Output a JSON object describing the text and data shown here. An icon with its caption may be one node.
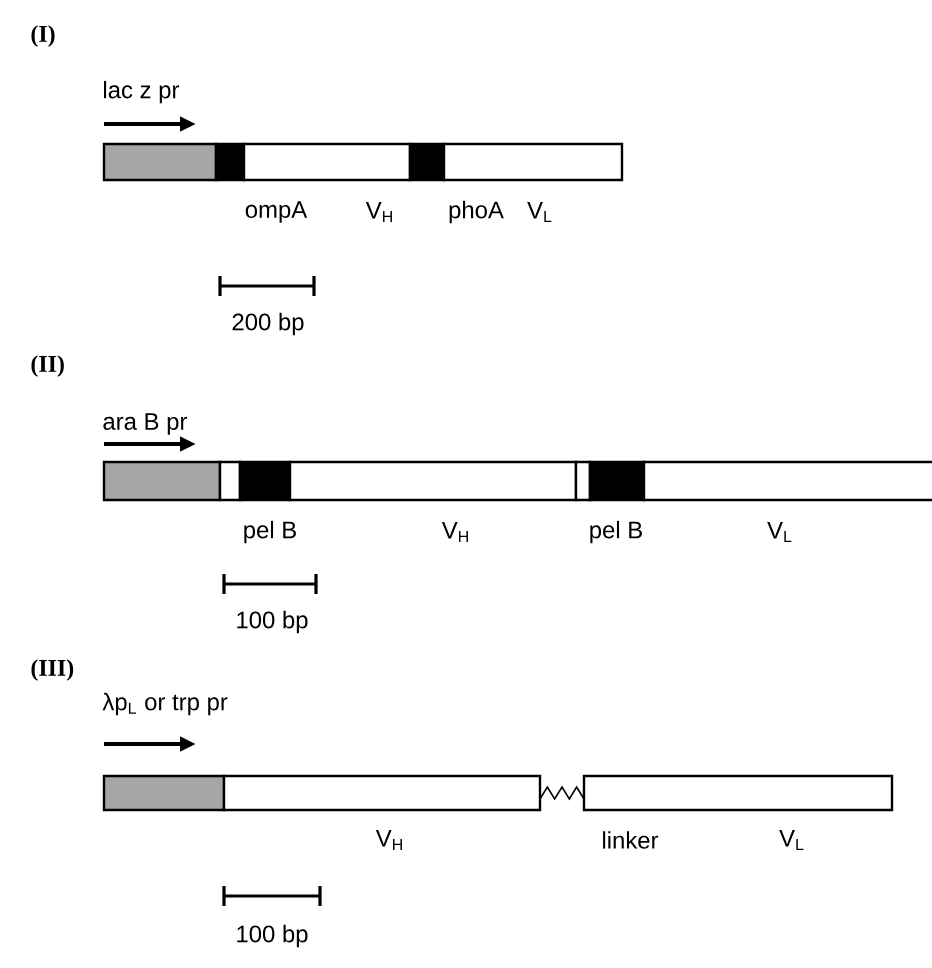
{
  "diagram": {
    "labels": [
      "(I)",
      "lac z pr",
      "ompA",
      "V$_{H}$",
      "phoA",
      "V$_{L}$",
      "200 bp",
      "(II)",
      "ara B pr",
      "pel B",
      "V$_{H}$",
      "pel B",
      "V$_{L}$",
      "100 bp",
      "(III)",
      "λp$_{L}$ or trp pr",
      "V$_{H}$",
      "linker",
      "V$_{L}$",
      "100 bp"
    ]
  }
}
